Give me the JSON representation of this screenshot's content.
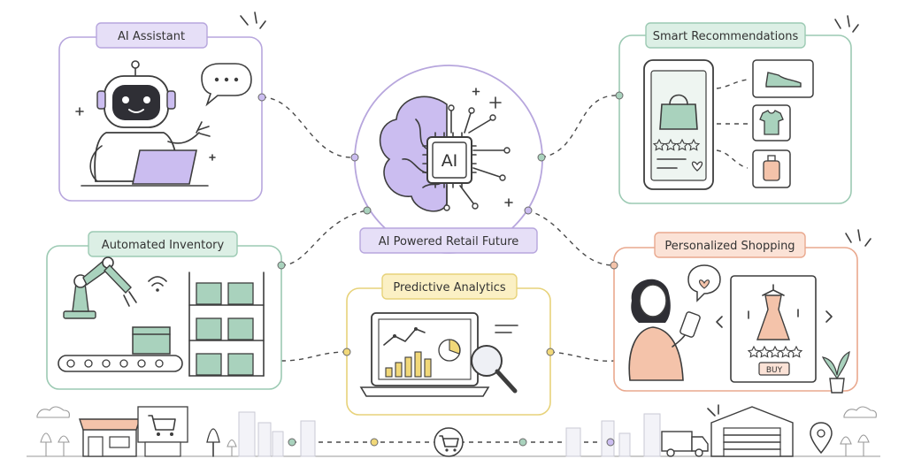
{
  "center": {
    "title": "AI Powered Retail Future",
    "chip_label": "AI"
  },
  "panels": {
    "ai_assistant": {
      "title": "AI Assistant",
      "color": "#b7a6dd"
    },
    "smart_recommendations": {
      "title": "Smart Recommendations",
      "color": "#9ccab3"
    },
    "automated_inventory": {
      "title": "Automated Inventory",
      "color": "#9ccab3"
    },
    "predictive_analytics": {
      "title": "Predictive Analytics",
      "color": "#e7d27a"
    },
    "personalized_shopping": {
      "title": "Personalized Shopping",
      "color": "#e9a88e"
    }
  },
  "shopping": {
    "buy_label": "BUY"
  },
  "colors": {
    "lavender": "#cbbdf0",
    "mint": "#a9d2bd",
    "peach": "#f4c3aa",
    "yellow": "#f1d879",
    "ink": "#3d3d3d"
  },
  "icons": [
    "robot-icon",
    "speech-bubble-icon",
    "laptop-icon",
    "brain-icon",
    "chip-icon",
    "smartphone-icon",
    "handbag-icon",
    "sneaker-icon",
    "tshirt-icon",
    "perfume-icon",
    "robotic-arm-icon",
    "wifi-icon",
    "shelf-icon",
    "bar-chart-icon",
    "magnifier-icon",
    "shopper-icon",
    "dress-icon",
    "heart-icon",
    "store-icon",
    "cart-icon",
    "truck-icon",
    "warehouse-icon",
    "location-pin-icon",
    "plant-icon",
    "tree-icon",
    "cloud-icon"
  ]
}
